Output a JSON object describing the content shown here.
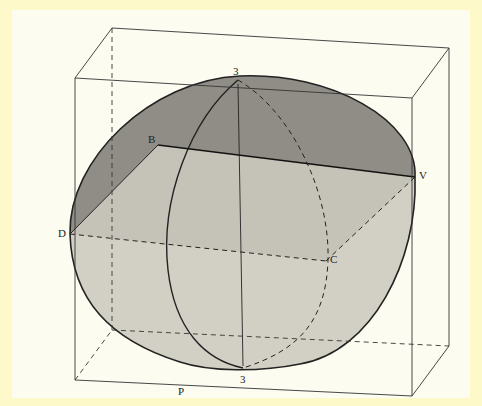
{
  "diagram": {
    "labels": [
      "3",
      "B",
      "D",
      "V",
      "C",
      "3",
      "P"
    ]
  }
}
